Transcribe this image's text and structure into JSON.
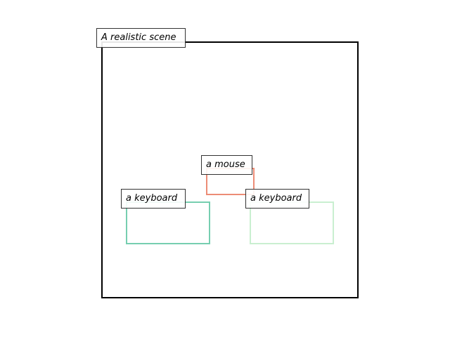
{
  "scene": {
    "title": "A realistic scene"
  },
  "objects": [
    {
      "label": "a mouse",
      "color": "#ec8c76"
    },
    {
      "label": "a keyboard",
      "color": "#76ceb0"
    },
    {
      "label": "a keyboard",
      "color": "#c9efd0"
    }
  ]
}
